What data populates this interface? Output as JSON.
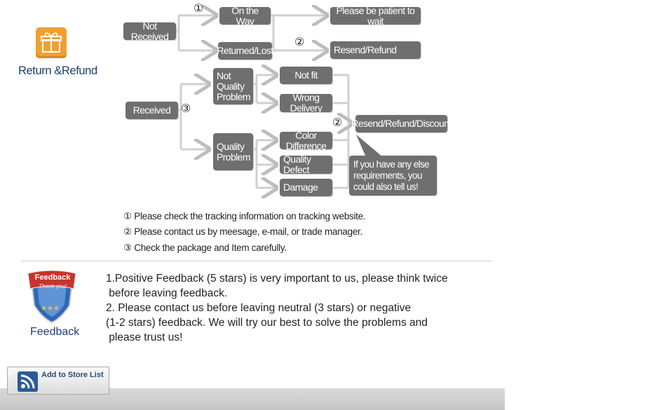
{
  "return_refund": {
    "icon": "gift-icon",
    "title": "Return &Refund"
  },
  "flowchart": {
    "not_received": "Not Received",
    "on_the_way": "On the Way",
    "returned_lost": "Returned/Lost",
    "please_be_patient": "Please be patient to wait",
    "resend_refund": "Resend/Refund",
    "received": "Received",
    "not_quality_problem": "Not Quality Problem",
    "quality_problem": "Quality Problem",
    "not_fit": "Not fit",
    "wrong_delivery": "Wrong Delivery",
    "color_difference": "Color Difference",
    "quality_defect": "Quality Defect",
    "damage": "Damage",
    "resend_refund_discount": "Resend/Refund/Discount",
    "callout": "If you have any else requirements, you could also tell us!",
    "markers": [
      "①",
      "②",
      "③",
      "②"
    ]
  },
  "notes": [
    "① Please check the tracking information on tracking website.",
    "② Please contact us by meesage, e-mail, or trade manager.",
    "③ Check the package and Item carefully."
  ],
  "feedback": {
    "badge_title": "Feedback",
    "badge_subtitle": "Thank you!",
    "label": "Feedback",
    "lines": [
      "1.Positive Feedback (5 stars) is very important to us, please think twice",
      " before leaving feedback.",
      "2. Please contact us before leaving neutral (3 stars) or negative",
      "(1-2 stars) feedback. We will try our best to solve the problems and",
      " please trust us!"
    ]
  },
  "store_button": {
    "icon": "rss-icon",
    "label": "Add to Store List"
  },
  "colors": {
    "box": "#6f6f6f",
    "accent_orange": "#f0a030",
    "badge_red": "#c8342a",
    "badge_blue": "#2d69b5",
    "rss_blue": "#2a5c9a"
  }
}
